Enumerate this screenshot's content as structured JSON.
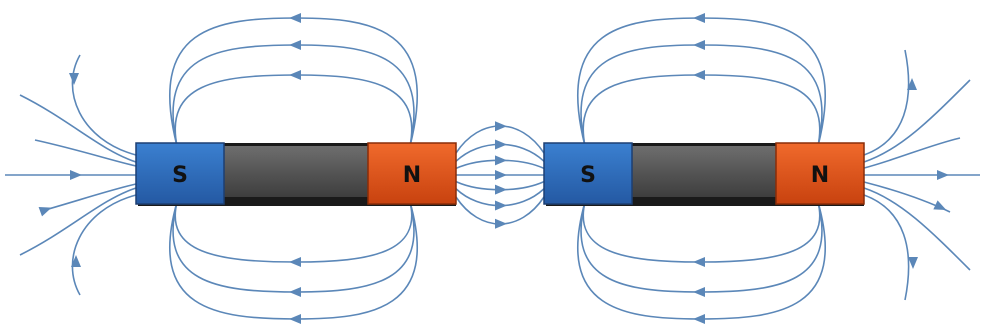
{
  "colors": {
    "field_line": "#5b87b8",
    "south_pole": "#2e6fbf",
    "north_pole": "#e2541c",
    "magnet_body": "#5a5a5a",
    "magnet_shadow": "#1a1a1a",
    "background": "#ffffff"
  },
  "magnets": [
    {
      "south_label": "S",
      "north_label": "N"
    },
    {
      "south_label": "S",
      "north_label": "N"
    }
  ]
}
